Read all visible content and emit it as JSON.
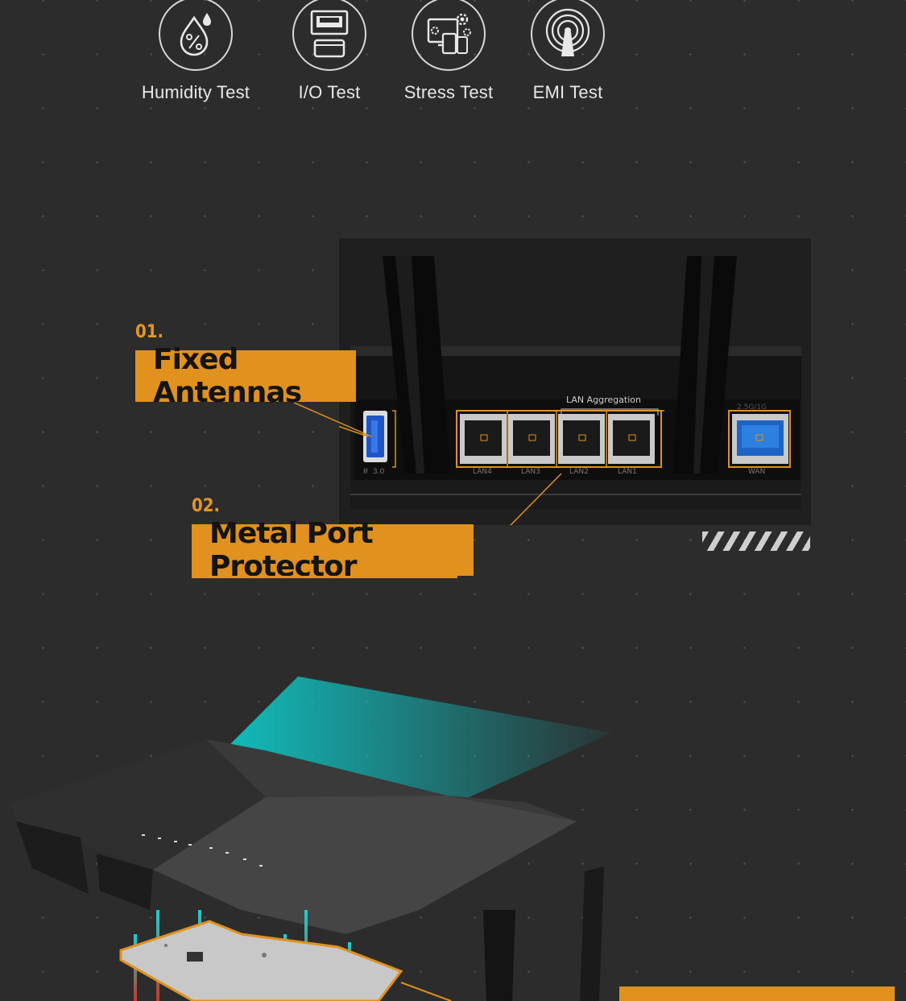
{
  "tests": [
    {
      "label": "Humidity Test",
      "icon": "humidity-icon"
    },
    {
      "label": "I/O Test",
      "icon": "io-port-icon"
    },
    {
      "label": "Stress Test",
      "icon": "stress-gear-icon"
    },
    {
      "label": "EMI Test",
      "icon": "emi-antenna-icon"
    }
  ],
  "callouts": [
    {
      "number": "01.",
      "title": "Fixed Antennas"
    },
    {
      "number": "02.",
      "title": "Metal Port Protector"
    }
  ],
  "ports_photo": {
    "lan_aggregation": "LAN Aggregation",
    "port_labels": [
      "LAN4",
      "LAN3",
      "LAN2",
      "LAN1"
    ],
    "wan_label": "WAN",
    "wan_speed": "2.5G/1G",
    "usb_label": "3.0"
  },
  "colors": {
    "accent": "#e0911e",
    "background": "#2c2c2c",
    "teal": "#14c8c8"
  }
}
